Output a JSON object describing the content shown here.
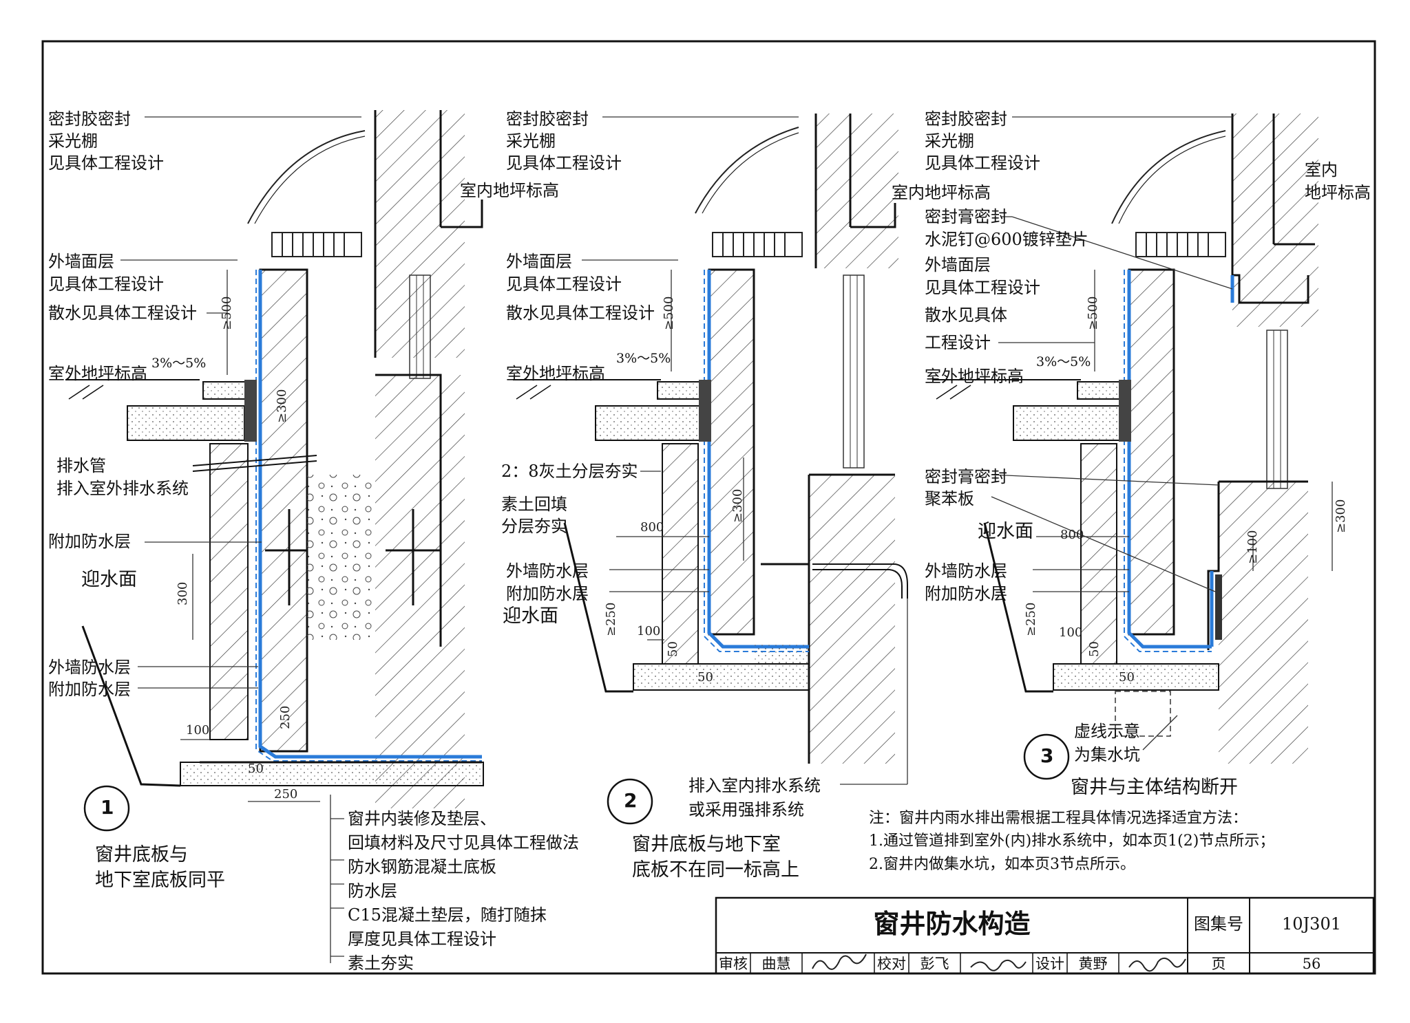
{
  "sheet": {
    "title": "窗井防水构造",
    "atlas_label": "图集号",
    "atlas_no": "10J301",
    "page_label": "页",
    "page_no": "56",
    "review_label": "审核",
    "reviewer": "曲慧",
    "check_label": "校对",
    "checker": "彭飞",
    "design_label": "设计",
    "designer": "黄野"
  },
  "detail1": {
    "number": "1",
    "caption_line1": "窗井底板与",
    "caption_line2": "地下室底板同平",
    "labels": {
      "sealant": "密封胶密封",
      "skylight": "采光棚",
      "see_design": "见具体工程设计",
      "indoor_floor": "室内地坪标高",
      "wall_finish": "外墙面层",
      "wall_finish_see": "见具体工程设计",
      "apron": "散水见具体工程设计",
      "outdoor_floor": "室外地坪标高",
      "slope": "3%～5%",
      "drain_pipe": "排水管",
      "drain_to": "排入室外排水系统",
      "extra_wp": "附加防水层",
      "facing_water": "迎水面",
      "wall_wp": "外墙防水层",
      "extra_wp2": "附加防水层"
    },
    "dims": {
      "d500": "≥500",
      "d300": "≥300",
      "d300b": "300",
      "d250v": "250",
      "d100": "100",
      "d50": "50",
      "d250h": "250"
    },
    "legend": [
      "窗井内装修及垫层、",
      "回填材料及尺寸见具体工程做法",
      "防水钢筋混凝土底板",
      "防水层",
      "C15混凝土垫层，随打随抹",
      "厚度见具体工程设计",
      "素土夯实"
    ]
  },
  "detail2": {
    "number": "2",
    "caption_line1": "窗井底板与地下室",
    "caption_line2": "底板不在同一标高上",
    "labels": {
      "sealant": "密封胶密封",
      "skylight": "采光棚",
      "see_design": "见具体工程设计",
      "indoor_floor": "室内地坪标高",
      "wall_finish": "外墙面层",
      "wall_finish_see": "见具体工程设计",
      "apron": "散水见具体工程设计",
      "outdoor_floor": "室外地坪标高",
      "slope": "3%～5%",
      "lime_soil": "2：8灰土分层夯实",
      "backfill1": "素土回填",
      "backfill2": "分层夯实",
      "wall_wp": "外墙防水层",
      "extra_wp": "附加防水层",
      "facing_water": "迎水面",
      "drain_into1": "排入室内排水系统",
      "drain_into2": "或采用强排系统"
    },
    "dims": {
      "d500": "≥500",
      "d300": "≥300",
      "d800": "800",
      "d250": "≥250",
      "d100": "100",
      "d50a": "50",
      "d50b": "50"
    }
  },
  "detail3": {
    "number": "3",
    "caption": "窗井与主体结构断开",
    "labels": {
      "sealant": "密封胶密封",
      "skylight": "采光棚",
      "see_design": "见具体工程设计",
      "indoor_floor_a": "室内",
      "indoor_floor_b": "地坪标高",
      "indoor_floor": "室内地坪标高",
      "sealant_paste": "密封膏密封",
      "nail": "水泥钉@600镀锌垫片",
      "wall_finish": "外墙面层",
      "wall_finish_see": "见具体工程设计",
      "apron1": "散水见具体",
      "apron2": "工程设计",
      "outdoor_floor": "室外地坪标高",
      "slope": "3%～5%",
      "sealant_paste2": "密封膏密封",
      "polystyrene": "聚苯板",
      "facing_water": "迎水面",
      "wall_wp": "外墙防水层",
      "extra_wp": "附加防水层",
      "dashed1": "虚线示意",
      "dashed2": "为集水坑"
    },
    "dims": {
      "d500": "≥500",
      "d300": "≥300",
      "d100": "≥100",
      "d800": "800",
      "d250": "≥250",
      "d100h": "100",
      "d50a": "50",
      "d50b": "50"
    }
  },
  "notes": [
    "注：窗井内雨水排出需根据工程具体情况选择适宜方法：",
    "1.通过管道排到室外(内)排水系统中，如本页1(2)节点所示；",
    "2.窗井内做集水坑，如本页3节点所示。"
  ]
}
